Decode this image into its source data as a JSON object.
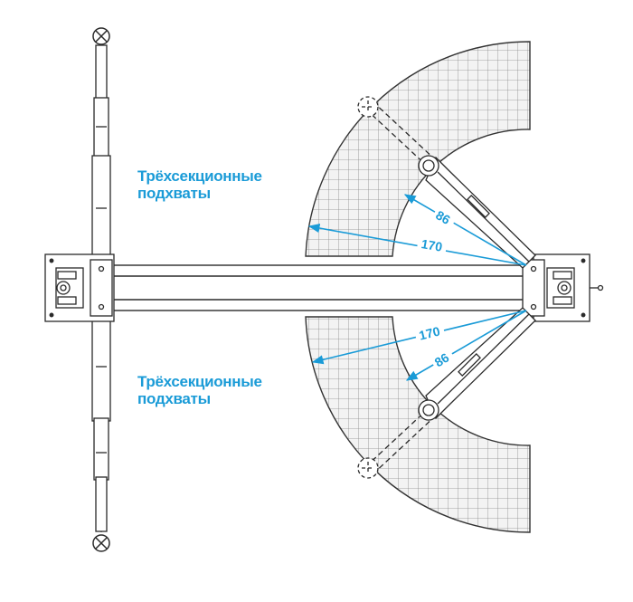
{
  "labels": {
    "top": {
      "line1": "Трёхсекционные",
      "line2": "подхваты"
    },
    "bottom": {
      "line1": "Трёхсекционные",
      "line2": "подхваты"
    }
  },
  "dimensions": {
    "upper_short": "86",
    "upper_long": "170",
    "lower_long": "170",
    "lower_short": "86"
  },
  "colors": {
    "line": "#2a2a2a",
    "accent": "#1a9bd7",
    "hatch": "#8a8a8a",
    "fill": "#f0f0f0"
  }
}
